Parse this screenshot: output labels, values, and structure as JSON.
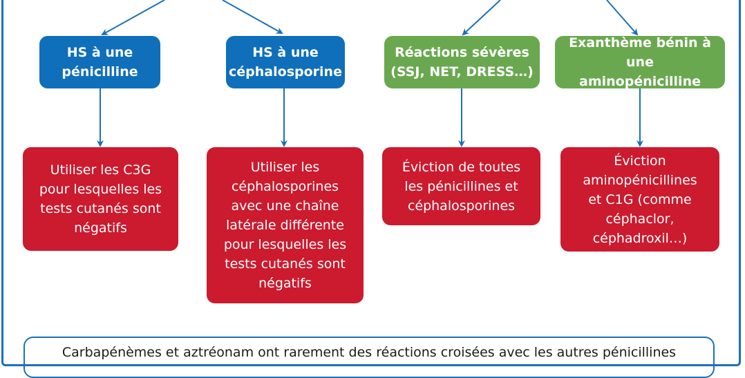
{
  "colors": {
    "blue": "#0f6fba",
    "green": "#6aa84f",
    "red": "#cc1a2e",
    "frame": "#1a6fba"
  },
  "top_boxes": [
    {
      "text": "HS à une\npénicilline",
      "color": "blue"
    },
    {
      "text": "HS à une\ncéphalosporine",
      "color": "blue"
    },
    {
      "text": "Réactions sévères\n(SSJ, NET, DRESS…)",
      "color": "green"
    },
    {
      "text": "Exanthème bénin à une\naminopénicilline",
      "color": "green"
    }
  ],
  "bottom_boxes": [
    {
      "text": "Utiliser les C3G\npour lesquelles les\ntests cutanés sont\nnégatifs"
    },
    {
      "text": "Utiliser les\ncéphalosporines\navec une chaîne\nlatérale différente\npour lesquelles les\ntests cutanés sont\nnégatifs"
    },
    {
      "text": "Éviction de toutes\nles pénicillines et\ncéphalosporines"
    },
    {
      "text": "Éviction\naminopénicillines\net C1G (comme\ncéphaclor,\ncéphadroxil…)"
    }
  ],
  "footer": {
    "text": "Carbapénèmes et aztréonam ont rarement des réactions croisées avec les autres pénicillines"
  }
}
